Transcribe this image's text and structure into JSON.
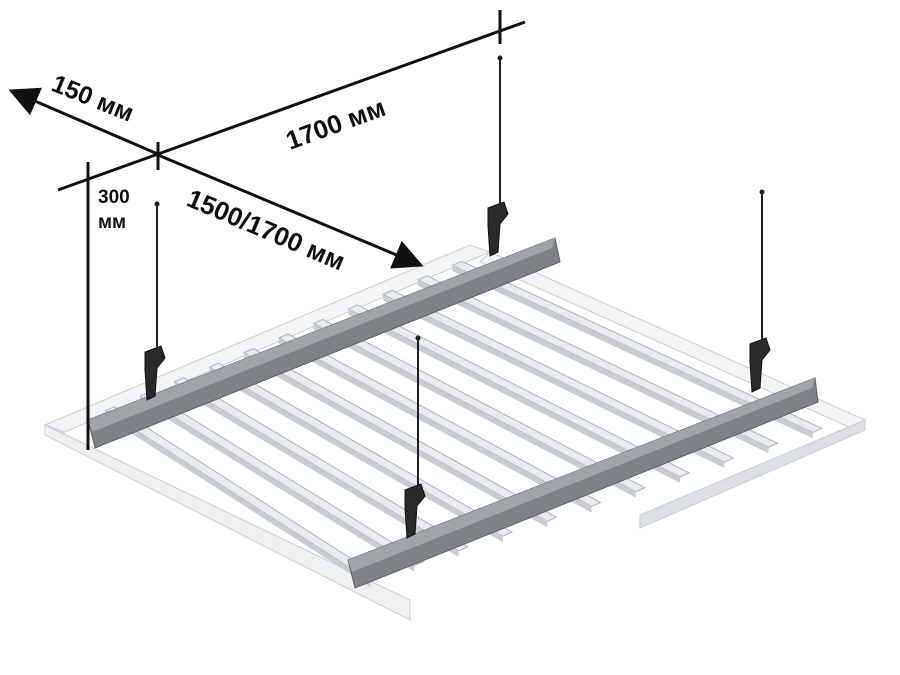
{
  "dimensions": {
    "d150": "150 мм",
    "d1700": "1700 мм",
    "d300_num": "300",
    "d300_unit": "мм",
    "d1500": "1500/1700 мм"
  },
  "colors": {
    "panel_top": "#e9ecef",
    "panel_front": "#c9cdd2",
    "panel_side": "#b5babf",
    "rail_top": "#8a8e93",
    "rail_front": "#6e7276",
    "frame_top": "#f3f4f6",
    "frame_front": "#dcdfe3",
    "hanger": "#1f1f1f",
    "dim_line": "#111111"
  },
  "icons": {
    "hanger_clip": "hanger-clip-icon",
    "arrow_head": "arrow-head-icon"
  }
}
